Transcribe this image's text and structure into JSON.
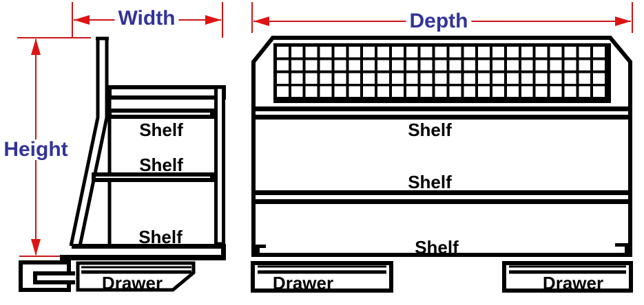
{
  "dimension_labels": {
    "width": "Width",
    "height": "Height",
    "depth": "Depth"
  },
  "side_view": {
    "shelf_labels": [
      "Shelf",
      "Shelf",
      "Shelf"
    ],
    "drawer_label": "Drawer"
  },
  "front_view": {
    "shelf_labels": [
      "Shelf",
      "Shelf",
      "Shelf"
    ],
    "drawer_labels": [
      "Drawer",
      "Drawer"
    ]
  },
  "colors": {
    "dimension_line_red": "#cc1414",
    "arrowhead_red": "#dd1414",
    "dimension_text_blue": "#333399",
    "line_art_black": "#000000",
    "background": "#ffffff"
  }
}
